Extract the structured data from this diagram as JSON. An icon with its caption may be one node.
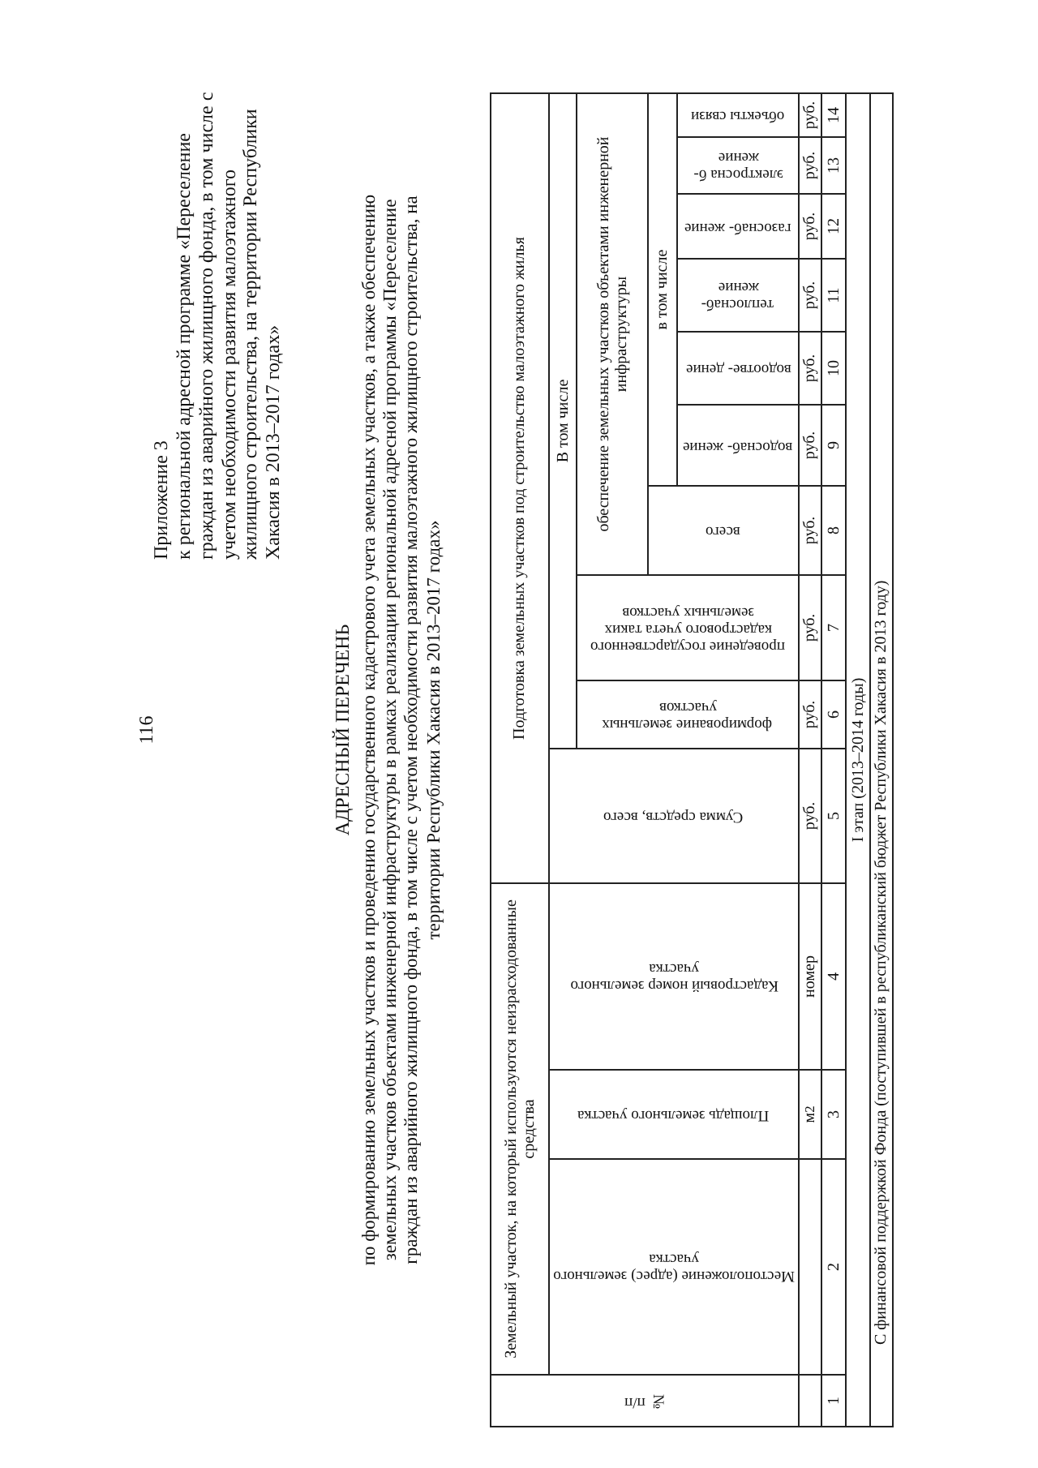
{
  "diagram": {
    "title": "АДРЕСНЫЙ ПЕРЕЧЕНЬ",
    "labels": [
      "116",
      "Приложение 3",
      "к региональной адресной программе «Переселение граждан из аварийного жилищного фонда, в том числе с учетом необходимости развития малоэтажного жилищного строительства, на территории Республики Хакасия в 2013–2017 годах»",
      "по формированию земельных участков и проведению государственного кадастрового учета земельных участков, а также обеспечению земельных участков объектами инженерной инфраструктуры в рамках реализации региональной адресной программы «Переселение граждан из аварийного жилищного фонда, в том числе с учетом необходимости развития малоэтажного жилищного строительства, на территории Республики Хакасия в 2013–2017 годах»",
      "№ п/п",
      "Земельный участок, на который используются неизрасходованные средства",
      "Подготовка земельных участков под строительство малоэтажного жилья",
      "Местоположение (адрес) земельного участка",
      "Площадь земельного участка",
      "Кадастровый номер земельного участка",
      "Сумма средств, всего",
      "В том числе",
      "формирование земельных участков",
      "проведение государственного кадастрового учета таких земельных участков",
      "обеспечение земельных участков объектами инженерной инфраструктуры",
      "всего",
      "в том числе",
      "водоснаб- жение",
      "водоотве- дение",
      "теплоснаб- жение",
      "газоснаб- жение",
      "электросна б-жение",
      "объекты связи",
      "м$^{2}$",
      "номер",
      "руб.",
      "руб.",
      "руб.",
      "руб.",
      "руб.",
      "руб.",
      "руб.",
      "руб.",
      "руб.",
      "руб.",
      "1",
      "2",
      "3",
      "4",
      "5",
      "6",
      "7",
      "8",
      "9",
      "10",
      "11",
      "12",
      "13",
      "14",
      "I этап (2013–2014 годы)",
      "С финансовой поддержкой Фонда (поступившей в республиканский бюджет Республики Хакасия в 2013 году)"
    ]
  }
}
